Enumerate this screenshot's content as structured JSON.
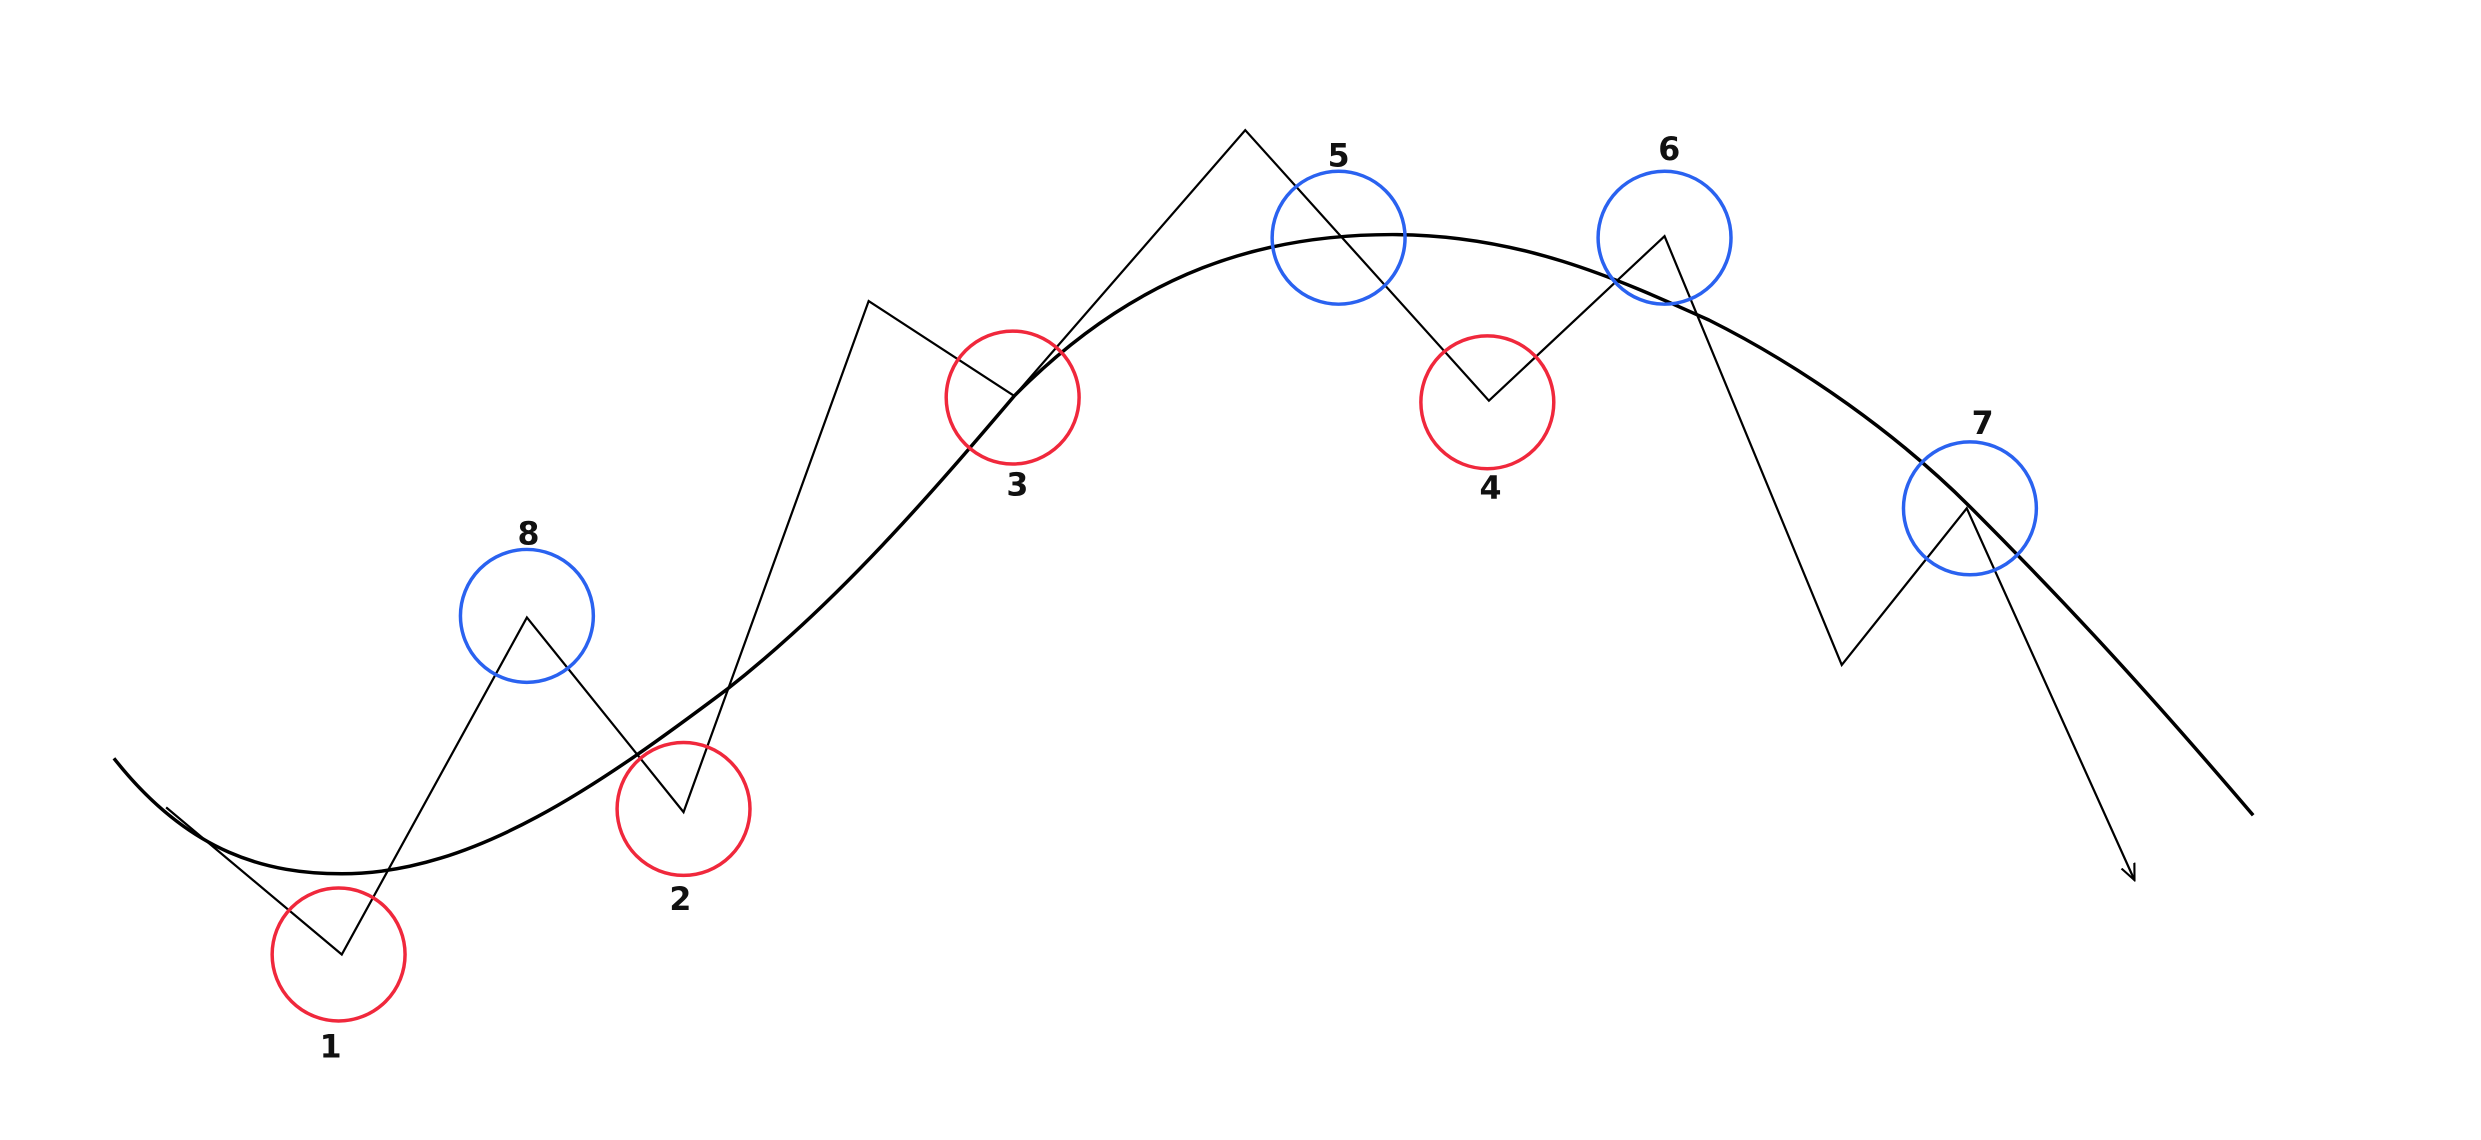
{
  "colors": {
    "low_marker": "#f0283c",
    "high_marker": "#2a62f0",
    "price_line": "#000000",
    "trend_curve": "#000000"
  },
  "markers": [
    {
      "label": "1",
      "kind": "low"
    },
    {
      "label": "2",
      "kind": "low"
    },
    {
      "label": "3",
      "kind": "low"
    },
    {
      "label": "4",
      "kind": "low"
    },
    {
      "label": "5",
      "kind": "high"
    },
    {
      "label": "6",
      "kind": "high"
    },
    {
      "label": "7",
      "kind": "high"
    },
    {
      "label": "8",
      "kind": "high"
    }
  ]
}
